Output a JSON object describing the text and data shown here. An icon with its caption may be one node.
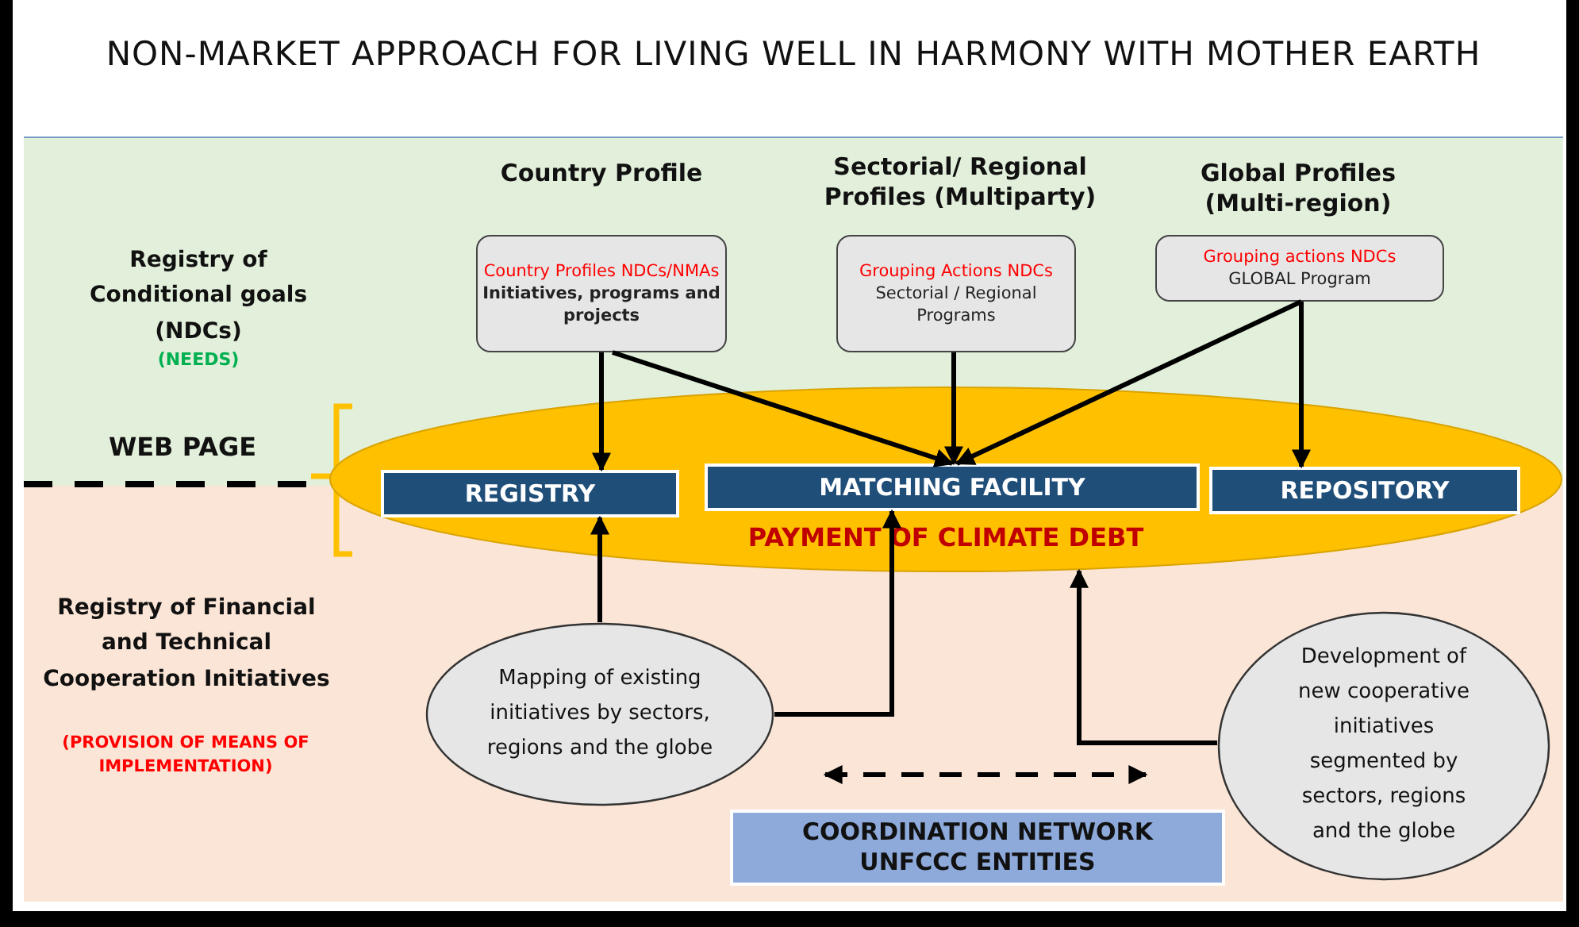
{
  "diagram": {
    "title": "NON-MARKET APPROACH FOR LIVING WELL IN HARMONY WITH MOTHER EARTH",
    "nodes": [
      {
        "text": [
          "PAYMENT OF CLIMATE DEBT"
        ]
      },
      {
        "text": [
          "Country Profile",
          "Country Profiles NDCs/NMAs",
          "Initiatives, programs and projects"
        ]
      },
      {
        "text": [
          "Sectorial/ Regional Profiles (Multiparty)",
          "Grouping Actions NDCs",
          "Sectorial / Regional Programs"
        ]
      },
      {
        "text": [
          "Global Profiles (Multi-region)",
          "Grouping actions NDCs",
          "GLOBAL Program"
        ]
      },
      {
        "text": [
          "REGISTRY"
        ],
        "in": 0
      },
      {
        "text": [
          "MATCHING FACILITY"
        ],
        "in": 0
      },
      {
        "text": [
          "REPOSITORY"
        ],
        "in": 0
      },
      {
        "text": [
          "Mapping of existing initiatives by sectors, regions and the globe"
        ]
      },
      {
        "text": [
          "Development of new cooperative initiatives segmented by sectors, regions and the globe"
        ]
      },
      {
        "text": [
          "COORDINATION NETWORK UNFCCC ENTITIES"
        ]
      }
    ],
    "edges": [
      {
        "from": 1,
        "to": 4,
        "arrow": "to"
      },
      {
        "from": 1,
        "to": 5,
        "arrow": "to"
      },
      {
        "from": 2,
        "to": 5,
        "arrow": "to"
      },
      {
        "from": 3,
        "to": 5,
        "arrow": "to"
      },
      {
        "from": 3,
        "to": 6,
        "arrow": "to"
      },
      {
        "from": 7,
        "to": 4,
        "arrow": "to"
      },
      {
        "from": 7,
        "to": 5,
        "arrow": "to"
      },
      {
        "from": 8,
        "to": 0,
        "arrow": "to"
      }
    ],
    "labels": [
      "Registry of Conditional goals (NDCs)",
      "(NEEDS)",
      "WEB PAGE",
      "Registry of Financial and Technical Cooperation Initiatives",
      "(PROVISION OF MEANS OF IMPLEMENTATION)"
    ]
  }
}
